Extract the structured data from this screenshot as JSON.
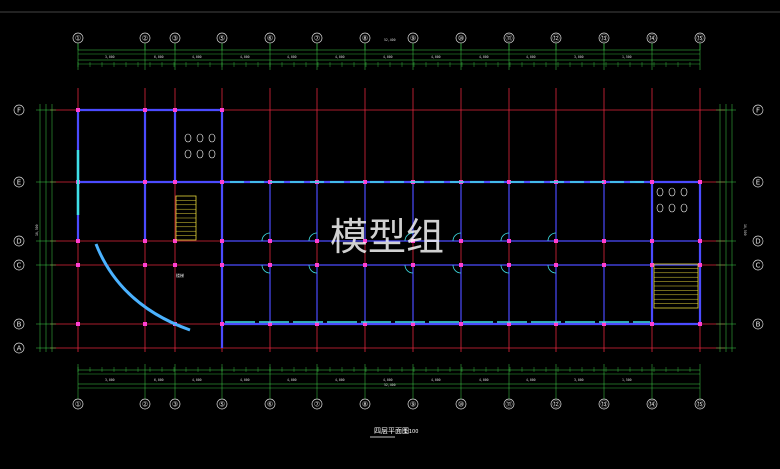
{
  "drawing": {
    "title": "四层平面图",
    "scale": "1:100",
    "watermark": "模型组"
  },
  "axes": {
    "top": [
      "①",
      "②",
      "③",
      "⑤",
      "⑥",
      "⑦",
      "⑧",
      "⑨",
      "⑩",
      "⑪",
      "⑫",
      "⑬",
      "⑭",
      "⑮"
    ],
    "bottom": [
      "①",
      "②",
      "③",
      "⑤",
      "⑥",
      "⑦",
      "⑧",
      "⑨",
      "⑩",
      "⑪",
      "⑫",
      "⑬",
      "⑭",
      "⑮"
    ],
    "left": [
      "F",
      "E",
      "D",
      "C",
      "B",
      "A"
    ],
    "right": [
      "F",
      "E",
      "D",
      "C",
      "B"
    ]
  },
  "dimensions": {
    "overall_top": "52,400",
    "overall_bottom": "52,400",
    "bottom_segments": [
      "3,000",
      "6,000",
      "4,000",
      "4,000",
      "4,000",
      "4,000",
      "4,000",
      "4,000",
      "4,000",
      "4,000",
      "3,000",
      "1,500"
    ],
    "left_total": "16,500",
    "right_total": "16,500"
  },
  "labels": {
    "room_tag": "楼梯"
  }
}
